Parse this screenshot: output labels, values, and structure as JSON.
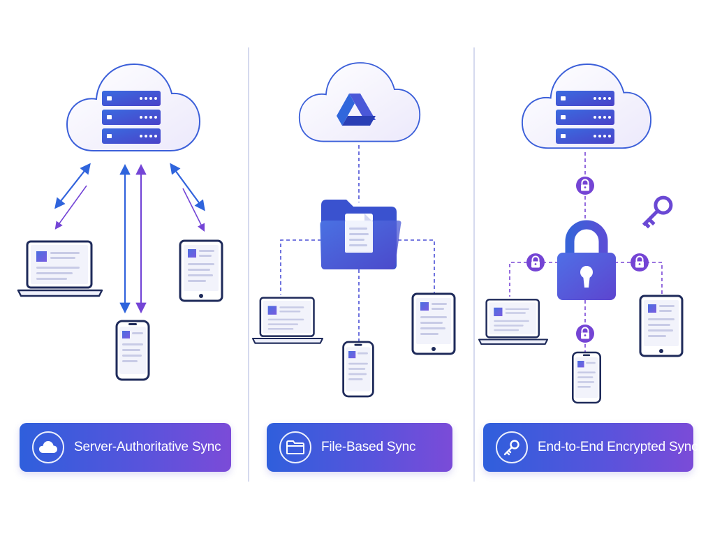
{
  "panels": [
    {
      "label": "Server-Authoritative Sync",
      "icon": "cloud-icon",
      "topology": "bidirectional-arrows",
      "server_icon": "server-rack-icon",
      "devices": [
        "laptop",
        "phone",
        "tablet"
      ]
    },
    {
      "label": "File-Based Sync",
      "icon": "folder-icon",
      "topology": "dashed-tree",
      "server_icon": "cloud-drive-icon",
      "hub_icon": "folder-document-icon",
      "devices": [
        "laptop",
        "phone",
        "tablet"
      ]
    },
    {
      "label": "End-to-End Encrypted Sync",
      "icon": "key-icon",
      "topology": "dashed-with-locks",
      "server_icon": "server-rack-icon",
      "hub_icon": "padlock-icon",
      "devices": [
        "laptop",
        "phone",
        "tablet"
      ]
    }
  ],
  "colors": {
    "blue": "#3263dc",
    "indigo": "#4a4fd6",
    "purple": "#7a47d6",
    "navy": "#1e2a5a",
    "cloud_stroke": "#3b5fd9",
    "cloud_fill": "#f3f3fd"
  }
}
